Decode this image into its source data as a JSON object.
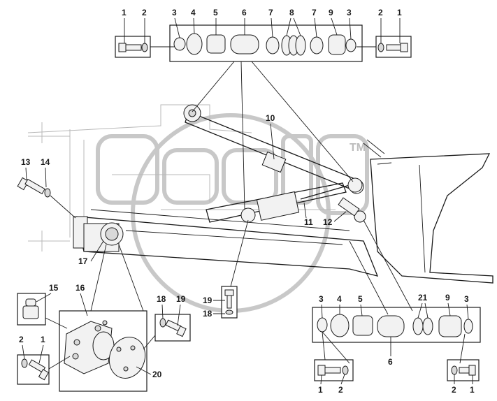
{
  "labels": {
    "top_row": [
      "1",
      "2",
      "3",
      "4",
      "5",
      "6",
      "7",
      "8",
      "7",
      "9",
      "3",
      "2",
      "1"
    ],
    "bottom_row": [
      "3",
      "4",
      "5",
      "6",
      "21",
      "9",
      "3",
      "1",
      "2",
      "2",
      "1"
    ],
    "left_hardware": [
      "13",
      "14",
      "15",
      "16",
      "17",
      "2",
      "1",
      "18",
      "19",
      "20"
    ],
    "callouts": [
      "10",
      "11",
      "12",
      "19",
      "18"
    ]
  },
  "watermark": {
    "tm": "TM"
  }
}
